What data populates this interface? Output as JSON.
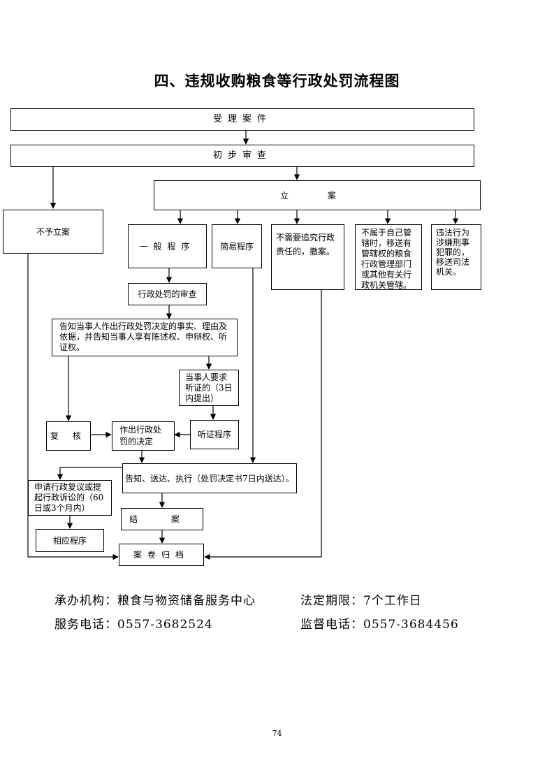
{
  "title": "四、违规收购粮食等行政处罚流程图",
  "nodes": {
    "accept_case": "受理案件",
    "preliminary_review": "初步审查",
    "file_case": "立 案",
    "not_file": "不予立案",
    "general_procedure": "一般程序",
    "simple_procedure": "简易程序",
    "withdraw": "不需要追究行政责任的，撤案。",
    "transfer_admin": "不属于自己管辖时，移送有管辖权的粮食行政管理部门或其他有关行政机关管辖。",
    "transfer_judicial": "违法行为涉嫌刑事犯罪的，移送司法机关。",
    "penalty_review": "行政处罚的审查",
    "notify_party": "告知当事人作出行政处罚决定的事实、理由及依据，并告知当事人享有陈述权、申辩权、听证权。",
    "hearing_request": "当事人要求听证的（3日内提出）",
    "recheck": "复 核",
    "make_decision": "作出行政处罚的决定",
    "hearing_procedure": "听证程序",
    "notify_deliver": "告知、送达、执行（处罚决定书7日内送达）。",
    "appeal": "申请行政复议或提起行政诉讼的（60日或3个月内）",
    "close_case": "结 案",
    "corresponding_procedure": "相应程序",
    "archive": "案卷归档"
  },
  "footer": {
    "agency": "承办机构：粮食与物资储备服务中心",
    "deadline": "法定期限：7个工作日",
    "service_phone": "服务电话：0557-3682524",
    "supervision_phone": "监督电话：0557-3684456"
  },
  "page_number": "74"
}
